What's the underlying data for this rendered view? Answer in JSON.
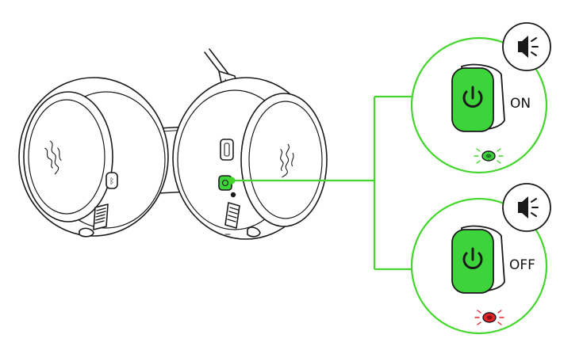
{
  "callouts": [
    {
      "state_label": "ON",
      "led_color": "#2f8f2f",
      "led_state": "on"
    },
    {
      "state_label": "OFF",
      "led_color": "#e8242b",
      "led_state": "off"
    }
  ],
  "colors": {
    "accent": "#44d62c",
    "button_fill": "#3dd33a",
    "outline": "#1a1a1a"
  },
  "icons": [
    "razer-logo-icon",
    "power-icon",
    "speaker-icon",
    "led-indicator-icon",
    "bluetooth-icon"
  ]
}
